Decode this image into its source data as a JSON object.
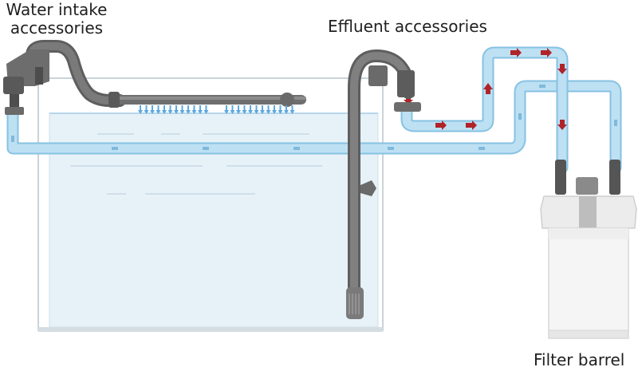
{
  "labels": {
    "intake_line1": "Water intake",
    "intake_line2": "accessories",
    "effluent": "Effluent accessories",
    "barrel": "Filter barrel"
  },
  "colors": {
    "water": "#d8ebf6",
    "tank_edge": "#c9d3d9",
    "hose": "#a9d7ef",
    "hose_edge": "#86c2e2",
    "pipe": "#6e6e6e",
    "pipe_dark": "#4e4e4e",
    "spray": "#5aa8e0",
    "flow_arrow": "#b0232a",
    "barrel": "#f3f3f3"
  },
  "icons": [
    "spray-drop-icon",
    "flow-arrow-icon",
    "fitting-icon"
  ]
}
